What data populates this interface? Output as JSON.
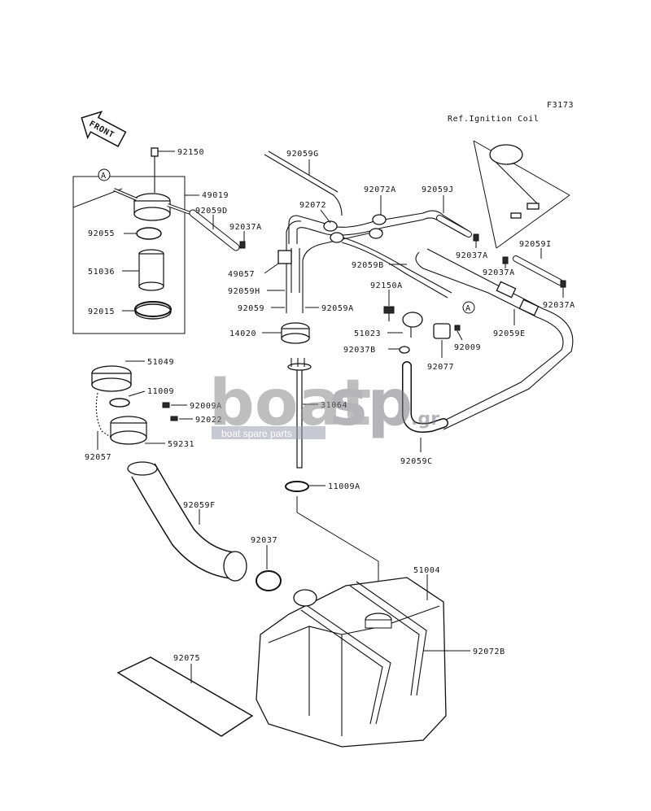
{
  "figure_code": "F3173",
  "reference_note": "Ref.Ignition Coil",
  "front_badge": "FRONT",
  "circle_marker": "A",
  "watermark": {
    "word1": "boat",
    "word2": "sp",
    "suffix": ".gr",
    "tagline": "boat spare parts"
  },
  "parts": [
    {
      "id": "p92150",
      "code": "92150"
    },
    {
      "id": "p49019",
      "code": "49019"
    },
    {
      "id": "p92059D",
      "code": "92059D"
    },
    {
      "id": "p92055",
      "code": "92055"
    },
    {
      "id": "p51036",
      "code": "51036"
    },
    {
      "id": "p92015",
      "code": "92015"
    },
    {
      "id": "p92059G",
      "code": "92059G"
    },
    {
      "id": "p92072",
      "code": "92072"
    },
    {
      "id": "p92072A",
      "code": "92072A"
    },
    {
      "id": "p92059J",
      "code": "92059J"
    },
    {
      "id": "p92037A_a",
      "code": "92037A"
    },
    {
      "id": "p49057",
      "code": "49057"
    },
    {
      "id": "p92059H",
      "code": "92059H"
    },
    {
      "id": "p92059",
      "code": "92059"
    },
    {
      "id": "p92059A",
      "code": "92059A"
    },
    {
      "id": "p92059B",
      "code": "92059B"
    },
    {
      "id": "p92150A",
      "code": "92150A"
    },
    {
      "id": "p92037A_b",
      "code": "92037A"
    },
    {
      "id": "p92037A_c",
      "code": "92037A"
    },
    {
      "id": "p92059I",
      "code": "92059I"
    },
    {
      "id": "p92037A_d",
      "code": "92037A"
    },
    {
      "id": "p14020",
      "code": "14020"
    },
    {
      "id": "p51023",
      "code": "51023"
    },
    {
      "id": "p92037B",
      "code": "92037B"
    },
    {
      "id": "p92009",
      "code": "92009"
    },
    {
      "id": "p92077",
      "code": "92077"
    },
    {
      "id": "p92059E",
      "code": "92059E"
    },
    {
      "id": "p51049",
      "code": "51049"
    },
    {
      "id": "p11009",
      "code": "11009"
    },
    {
      "id": "p92009A",
      "code": "92009A"
    },
    {
      "id": "p92022",
      "code": "92022"
    },
    {
      "id": "p59231",
      "code": "59231"
    },
    {
      "id": "p92057",
      "code": "92057"
    },
    {
      "id": "p31064",
      "code": "31064"
    },
    {
      "id": "p11009A",
      "code": "11009A"
    },
    {
      "id": "p92059C",
      "code": "92059C"
    },
    {
      "id": "p92059F",
      "code": "92059F"
    },
    {
      "id": "p92037",
      "code": "92037"
    },
    {
      "id": "p51004",
      "code": "51004"
    },
    {
      "id": "p92072B",
      "code": "92072B"
    },
    {
      "id": "p92075",
      "code": "92075"
    }
  ]
}
